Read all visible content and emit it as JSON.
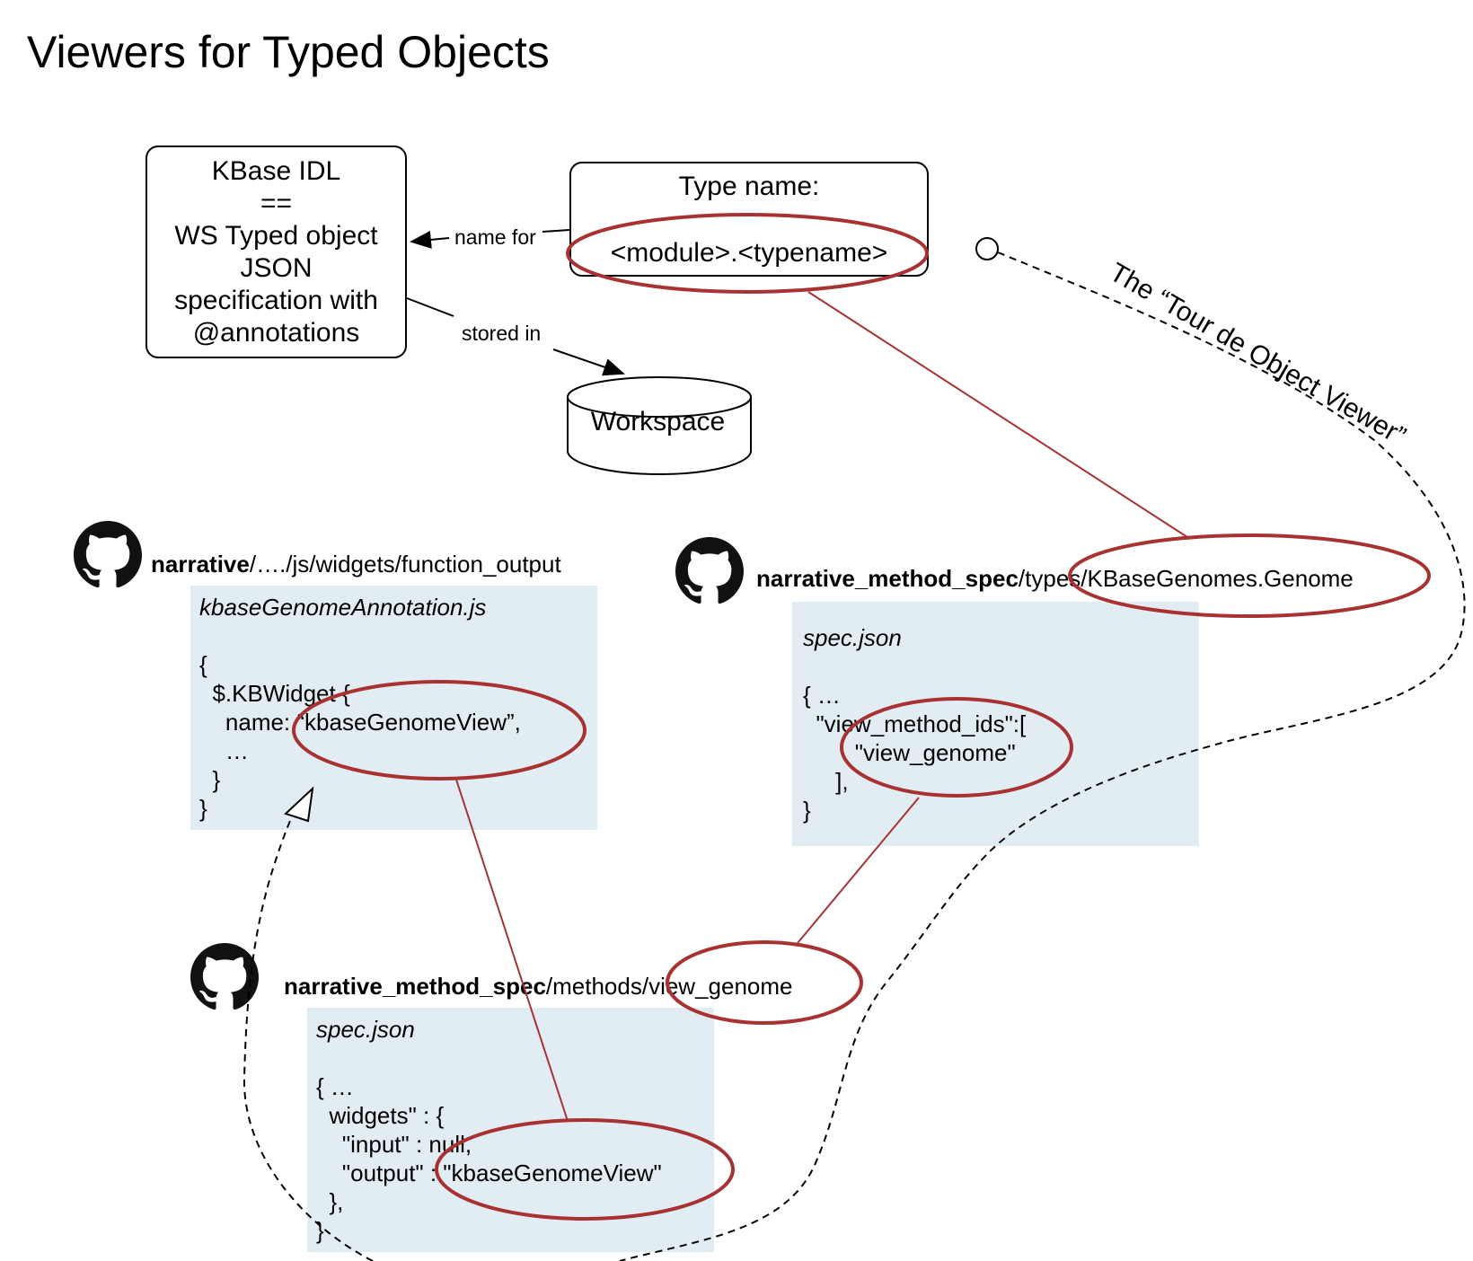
{
  "title": "Viewers for Typed Objects",
  "idl_box": {
    "lines": [
      "KBase IDL",
      "==",
      "WS Typed object",
      "JSON",
      "specification with",
      "@annotations"
    ]
  },
  "type_box": {
    "title": "Type name:",
    "value": "<module>.<typename>"
  },
  "edges": {
    "name_for": "name for",
    "stored_in": "stored in"
  },
  "workspace": {
    "label": "Workspace"
  },
  "tour_label": "The “Tour de Object Viewer”",
  "repos": {
    "widgets": {
      "bold": "narrative",
      "path": "/…./js/widgets/function_output",
      "file": "kbaseGenomeAnnotation.js",
      "code": "{\n  $.KBWidget {\n    name: “kbaseGenomeView”,\n    …\n  }\n}"
    },
    "types": {
      "bold": "narrative_method_spec",
      "path": "/types/KBaseGenomes.Genome",
      "file": "spec.json",
      "code": "{ …\n  \"view_method_ids\":[\n        \"view_genome\"\n     ],\n}"
    },
    "methods": {
      "bold": "narrative_method_spec",
      "path": "/methods/view_genome",
      "file": "spec.json",
      "code": "{ …\n  widgets\" : {\n    \"input\" : null,\n    \"output\" : \"kbaseGenomeView\"\n  },\n}"
    }
  },
  "colors": {
    "highlight_ellipse": "#a83232",
    "connector_line": "#a83232",
    "code_panel_bg": "#e2edf3",
    "outline": "#000000"
  },
  "icons": [
    "github-icon",
    "github-icon",
    "github-icon"
  ]
}
